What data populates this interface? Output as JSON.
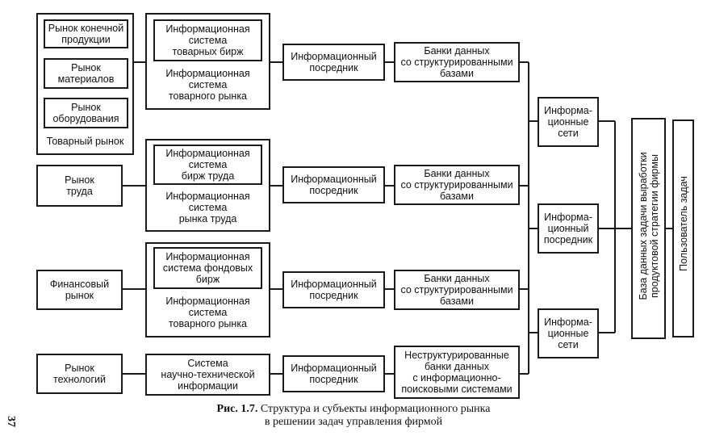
{
  "markets": {
    "group_label": "Товарный рынок",
    "final_products": "Рынок конечной\nпродукции",
    "materials": "Рынок\nматериалов",
    "equipment": "Рынок\nоборудования",
    "labor": "Рынок\nтруда",
    "financial": "Финансовый\nрынок",
    "technology": "Рынок\nтехнологий"
  },
  "systems": {
    "commodity_exchanges": "Информационная\nсистема\nтоварных бирж",
    "commodity_market_1": "Информационная\nсистема\nтоварного рынка",
    "labor_exchanges": "Информационная\nсистема\nбирж труда",
    "labor_market": "Информационная\nсистема\nрынка труда",
    "stock_exchanges": "Информационная\nсистема фондовых\nбирж",
    "commodity_market_2": "Информационная\nсистема\nтоварного рынка",
    "scitech": "Система\nнаучно-технической\nинформации"
  },
  "intermediaries": {
    "label": "Информационный\nпосредник"
  },
  "databanks": {
    "structured": "Банки данных\nсо структурированными\nбазами",
    "unstructured": "Неструктурированные\nбанки данных\nс информационно-\nпоисковыми системами"
  },
  "networks": {
    "net_top": "Информа-\nционные\nсети",
    "mid": "Информа-\nционный\nпосредник",
    "net_bottom": "Информа-\nционные\nсети"
  },
  "base": "База данных задачи выработки\nпродуктовой стратегии фирмы",
  "user": "Пользователь задач",
  "caption": {
    "prefix": "Рис. 1.7.",
    "line1": " Структура и субъекты информационного рынка",
    "line2": "в решении задач управления фирмой"
  },
  "page_number": "37"
}
